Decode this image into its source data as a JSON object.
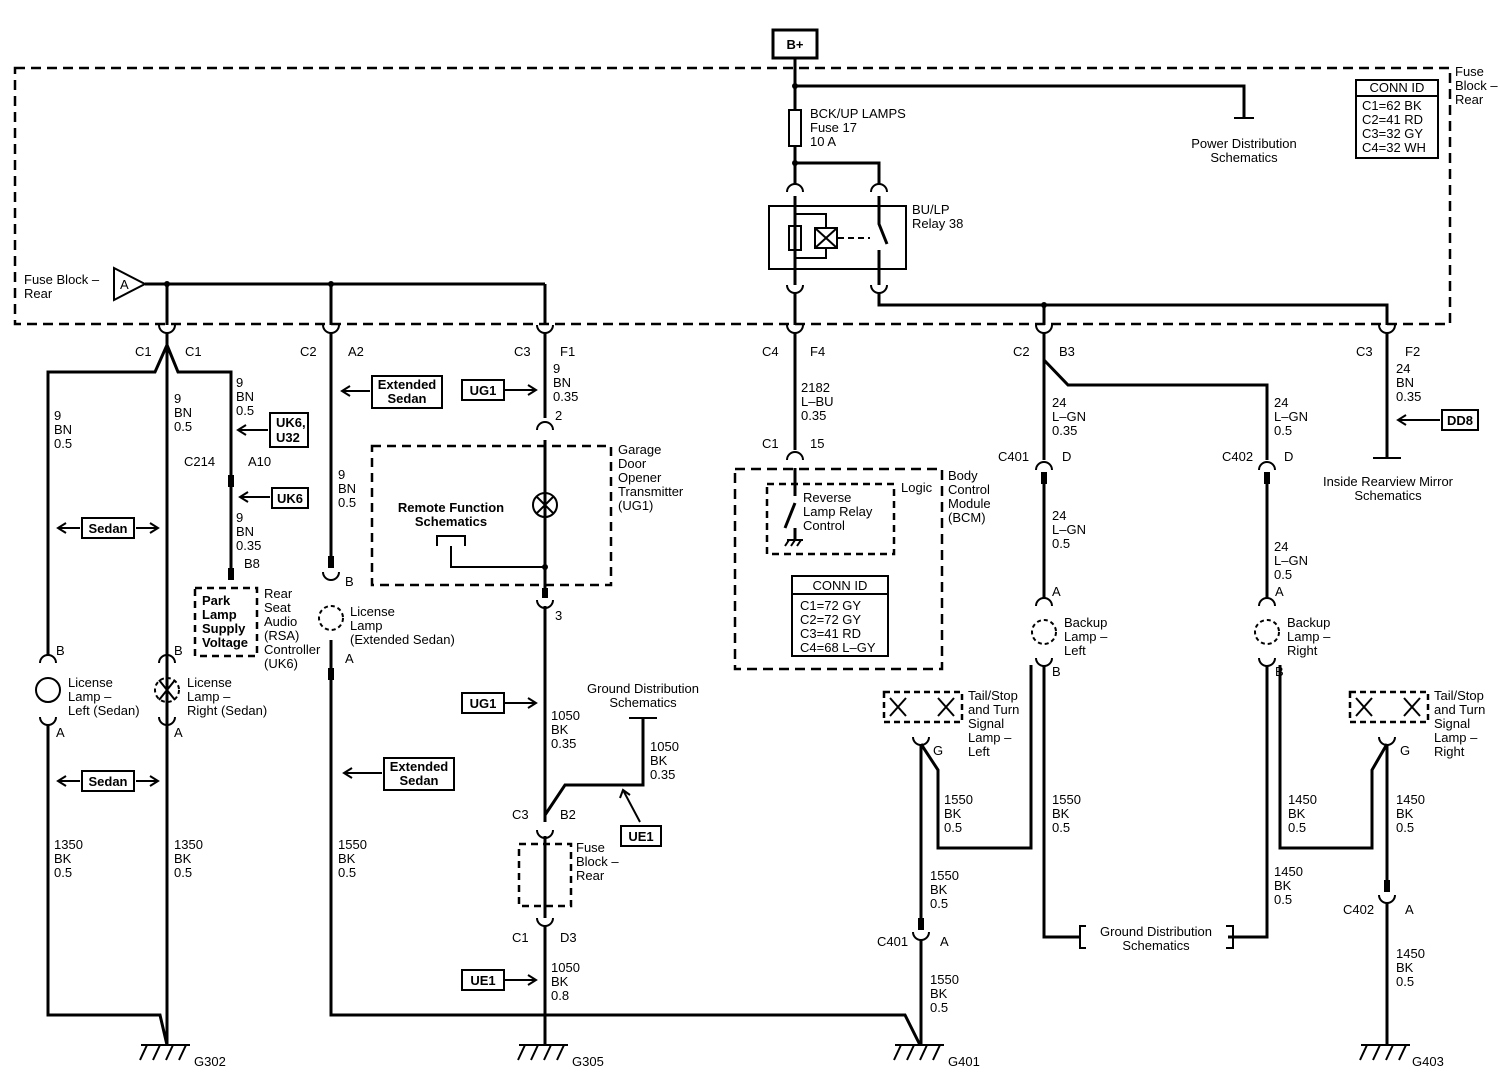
{
  "power": "B+",
  "fuse_block_title": [
    "Fuse",
    "Block –",
    "Rear"
  ],
  "fuse_block_left": [
    "Fuse Block –",
    "Rear"
  ],
  "fuse_in_connector": "A",
  "fuse": [
    "BCK/UP LAMPS",
    "Fuse 17",
    "10 A"
  ],
  "relay": [
    "BU/LP",
    "Relay 38"
  ],
  "power_dist": [
    "Power Distribution",
    "Schematics"
  ],
  "conn_table_1": {
    "title": "CONN ID",
    "rows": [
      "C1=62 BK",
      "C2=41 RD",
      "C3=32 GY",
      "C4=32 WH"
    ]
  },
  "conn_table_2": {
    "title": "CONN ID",
    "rows": [
      "C1=72 GY",
      "C2=72 GY",
      "C3=41 RD",
      "C4=68 L–GY"
    ]
  },
  "pins": {
    "c1a": "C1",
    "c1b": "C1",
    "c2a": "C2",
    "a2": "A2",
    "c3a": "C3",
    "f1": "F1",
    "c4": "C4",
    "f4": "F4",
    "c2b": "C2",
    "b3": "B3",
    "c3b": "C3",
    "f2": "F2",
    "c214": "C214",
    "a10": "A10",
    "b8": "B8",
    "p2": "2",
    "p3": "3",
    "bcm_c1": "C1",
    "bcm_15": "15",
    "c401a": "C401",
    "d1": "D",
    "c402a": "C402",
    "d2": "D",
    "c3c": "C3",
    "b2": "B2",
    "c1c": "C1",
    "d3": "D3",
    "ll_b": "B",
    "ll_a": "A",
    "lr_b": "B",
    "lr_a": "A",
    "le_b": "B",
    "le_a": "A",
    "bl_a": "A",
    "bl_b": "B",
    "br_a": "A",
    "br_b": "B",
    "tl_g": "G",
    "tr_g": "G",
    "c401b": "C401",
    "a3": "A",
    "c402b": "C402",
    "a4": "A"
  },
  "wires": {
    "w1": [
      "9",
      "BN",
      "0.5"
    ],
    "w2": [
      "9",
      "BN",
      "0.5"
    ],
    "w3": [
      "9",
      "BN",
      "0.5"
    ],
    "w4": [
      "9",
      "BN",
      "0.35"
    ],
    "w5": [
      "9",
      "BN",
      "0.5"
    ],
    "w6": [
      "9",
      "BN",
      "0.35"
    ],
    "w7": [
      "2182",
      "L–BU",
      "0.35"
    ],
    "w8": [
      "24",
      "L–GN",
      "0.35"
    ],
    "w9": [
      "24",
      "L–GN",
      "0.5"
    ],
    "w10": [
      "24",
      "BN",
      "0.35"
    ],
    "w11": [
      "24",
      "L–GN",
      "0.5"
    ],
    "w12": [
      "24",
      "L–GN",
      "0.5"
    ],
    "w13": [
      "1050",
      "BK",
      "0.35"
    ],
    "w14": [
      "1050",
      "BK",
      "0.35"
    ],
    "w15": [
      "1050",
      "BK",
      "0.8"
    ],
    "w16": [
      "1350",
      "BK",
      "0.5"
    ],
    "w17": [
      "1350",
      "BK",
      "0.5"
    ],
    "w18": [
      "1550",
      "BK",
      "0.5"
    ],
    "w19": [
      "1550",
      "BK",
      "0.5"
    ],
    "w20": [
      "1550",
      "BK",
      "0.5"
    ],
    "w21": [
      "1550",
      "BK",
      "0.5"
    ],
    "w22": [
      "1550",
      "BK",
      "0.5"
    ],
    "w23": [
      "1450",
      "BK",
      "0.5"
    ],
    "w24": [
      "1450",
      "BK",
      "0.5"
    ],
    "w25": [
      "1450",
      "BK",
      "0.5"
    ],
    "w26": [
      "1450",
      "BK",
      "0.5"
    ]
  },
  "options": {
    "ext_sedan_1": [
      "Extended",
      "Sedan"
    ],
    "ug1_a": "UG1",
    "uk6_u32": [
      "UK6,",
      "U32"
    ],
    "uk6": "UK6",
    "sedan_1": "Sedan",
    "sedan_2": "Sedan",
    "ext_sedan_2": [
      "Extended",
      "Sedan"
    ],
    "ug1_b": "UG1",
    "ue1_a": "UE1",
    "ue1_b": "UE1",
    "dd8": "DD8"
  },
  "components": {
    "rsa": [
      "Park",
      "Lamp",
      "Supply",
      "Voltage"
    ],
    "rsa_label": [
      "Rear",
      "Seat",
      "Audio",
      "(RSA)",
      "Controller",
      "(UK6)"
    ],
    "remote": [
      "Remote Function",
      "Schematics"
    ],
    "garage": [
      "Garage",
      "Door",
      "Opener",
      "Transmitter",
      "(UG1)"
    ],
    "bcm_logic": "Logic",
    "bcm": [
      "Body",
      "Control",
      "Module",
      "(BCM)"
    ],
    "reverse": [
      "Reverse",
      "Lamp Relay",
      "Control"
    ],
    "lic_left": [
      "License",
      "Lamp –",
      "Left (Sedan)"
    ],
    "lic_right": [
      "License",
      "Lamp –",
      "Right (Sedan)"
    ],
    "lic_ext": [
      "License",
      "Lamp",
      "(Extended Sedan)"
    ],
    "backup_left": [
      "Backup",
      "Lamp –",
      "Left"
    ],
    "backup_right": [
      "Backup",
      "Lamp –",
      "Right"
    ],
    "tail_left": [
      "Tail/Stop",
      "and Turn",
      "Signal",
      "Lamp –",
      "Left"
    ],
    "tail_right": [
      "Tail/Stop",
      "and Turn",
      "Signal",
      "Lamp –",
      "Right"
    ],
    "mirror": [
      "Inside Rearview Mirror",
      "Schematics"
    ],
    "ground_dist_1": [
      "Ground Distribution",
      "Schematics"
    ],
    "ground_dist_2": [
      "Ground Distribution",
      "Schematics"
    ],
    "fuse_block_rear2": [
      "Fuse",
      "Block –",
      "Rear"
    ]
  },
  "grounds": {
    "g302": "G302",
    "g305": "G305",
    "g401": "G401",
    "g403": "G403"
  }
}
